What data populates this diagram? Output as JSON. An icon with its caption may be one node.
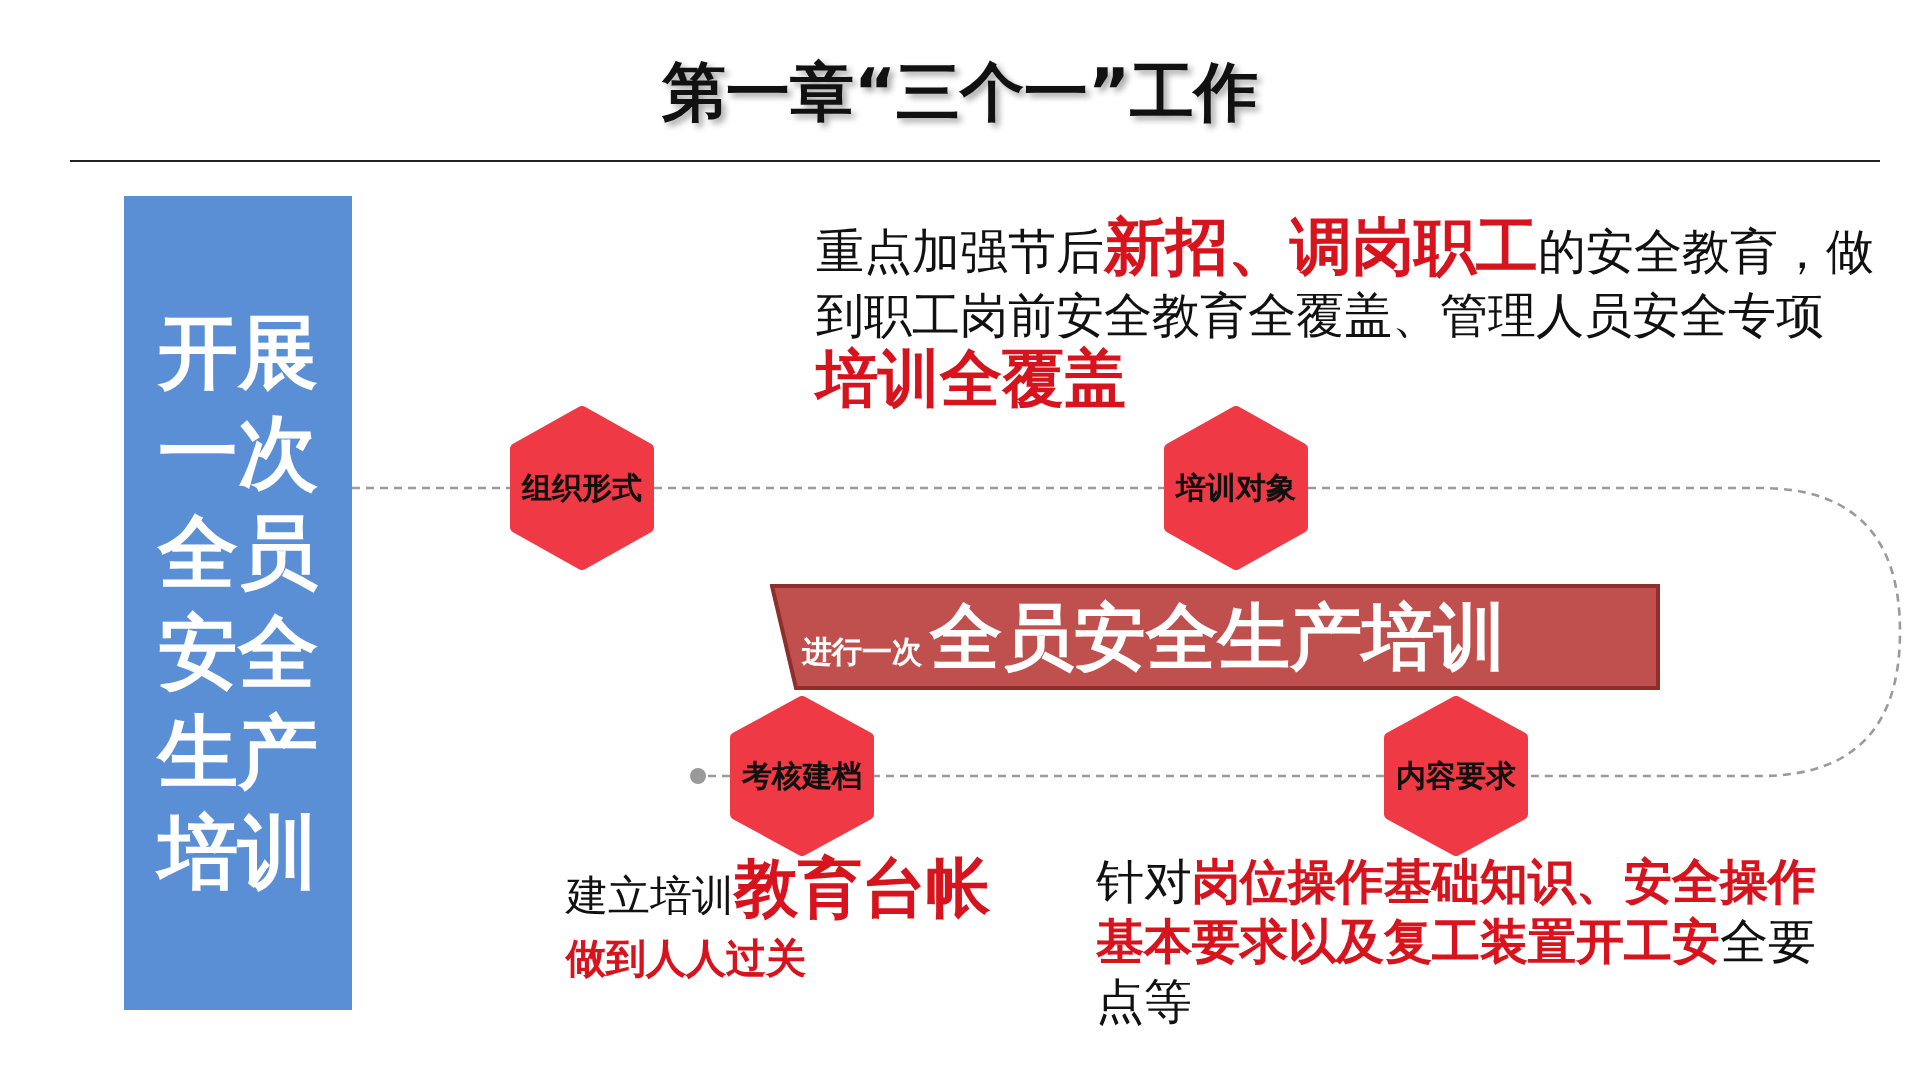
{
  "diagram": {
    "title": "第一章“三个一”工作",
    "nodes": [
      {
        "text": [
          "开展一次全员安全生产培训"
        ]
      },
      {
        "text": [
          "组织形式"
        ]
      },
      {
        "text": [
          "培训对象"
        ],
        "beside": [
          "重点加强节后**新招、调岗职工**的安全教育，做到职工岗前安全教育全覆盖、管理人员安全专项**培训全覆盖**"
        ]
      },
      {
        "text": [
          "进行一次",
          "全员安全生产培训"
        ]
      },
      {
        "text": [
          "考核建档"
        ],
        "beside": [
          "建立培训**教育台帐**",
          "做到人人过关"
        ]
      },
      {
        "text": [
          "内容要求"
        ],
        "beside": [
          "针对**岗位操作基础知识、安全操作基本要求以及复工装置开工安**全要点等"
        ]
      }
    ],
    "edges": [
      {
        "from": 0,
        "to": 1,
        "arrow": "none",
        "style": "dashed"
      },
      {
        "from": 1,
        "to": 2,
        "arrow": "none",
        "style": "dashed"
      },
      {
        "from": 2,
        "to": 5,
        "arrow": "none",
        "style": "dashed"
      },
      {
        "from": 5,
        "to": 4,
        "arrow": "none",
        "style": "dashed"
      },
      {
        "from": 4,
        "to": null,
        "arrow": "other",
        "style": "dashed"
      }
    ]
  }
}
